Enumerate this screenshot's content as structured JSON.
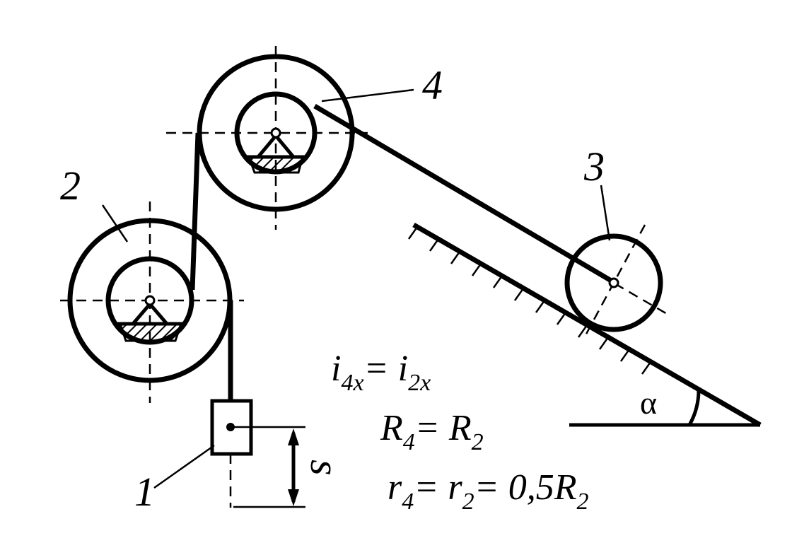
{
  "labels": {
    "body1": "1",
    "body2": "2",
    "body3": "3",
    "body4": "4",
    "s": "s",
    "alpha": "α"
  },
  "formulas": {
    "f1": {
      "a": "i",
      "a_sub": "4x",
      "eq": "= ",
      "b": "i",
      "b_sub": "2x"
    },
    "f2": {
      "a": "R",
      "a_sub": "4",
      "eq": "= ",
      "b": "R",
      "b_sub": "2"
    },
    "f3": {
      "a": "r",
      "a_sub": "4",
      "eq": "= ",
      "b": "r",
      "b_sub": "2",
      "eq2": "= ",
      "c": "0,5R",
      "c_sub": "2"
    }
  },
  "colors": {
    "ink": "#000000",
    "background": "#ffffff"
  }
}
